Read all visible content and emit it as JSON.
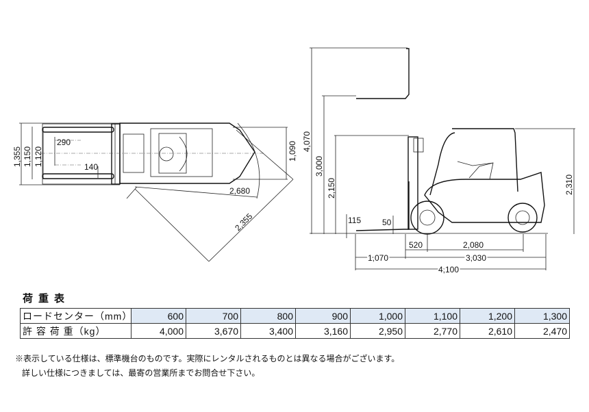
{
  "top_view_dims": {
    "d1355": "1,355",
    "d1150": "1,150",
    "d1120": "1,120",
    "d290": "290",
    "d140": "140",
    "d1090": "1,090",
    "d2680": "2,680",
    "d2355": "2,355"
  },
  "side_view_dims": {
    "d4070": "4,070",
    "d3000": "3,000",
    "d2150": "2,150",
    "d2310": "2,310",
    "d115": "115",
    "d50": "50",
    "d520": "520",
    "d2080": "2,080",
    "d1070": "1,070",
    "d3030": "3,030",
    "d4100": "4,100"
  },
  "load_table": {
    "title": "荷重表",
    "rows": [
      {
        "label": "ロードセンター（mm）",
        "values": [
          "600",
          "700",
          "800",
          "900",
          "1,000",
          "1,100",
          "1,200",
          "1,300"
        ]
      },
      {
        "label": "許 容 荷 重（kg）",
        "values": [
          "4,000",
          "3,670",
          "3,400",
          "3,160",
          "2,950",
          "2,770",
          "2,610",
          "2,470"
        ]
      }
    ]
  },
  "notes": [
    "※表示している仕様は、標準機台のものです。実際にレンタルされるものとは異なる場合がございます。",
    "詳しい仕様につきましては、最寄の営業所までお問合せ下さい。"
  ],
  "colors": {
    "header_fill": "#dfe9f5"
  }
}
